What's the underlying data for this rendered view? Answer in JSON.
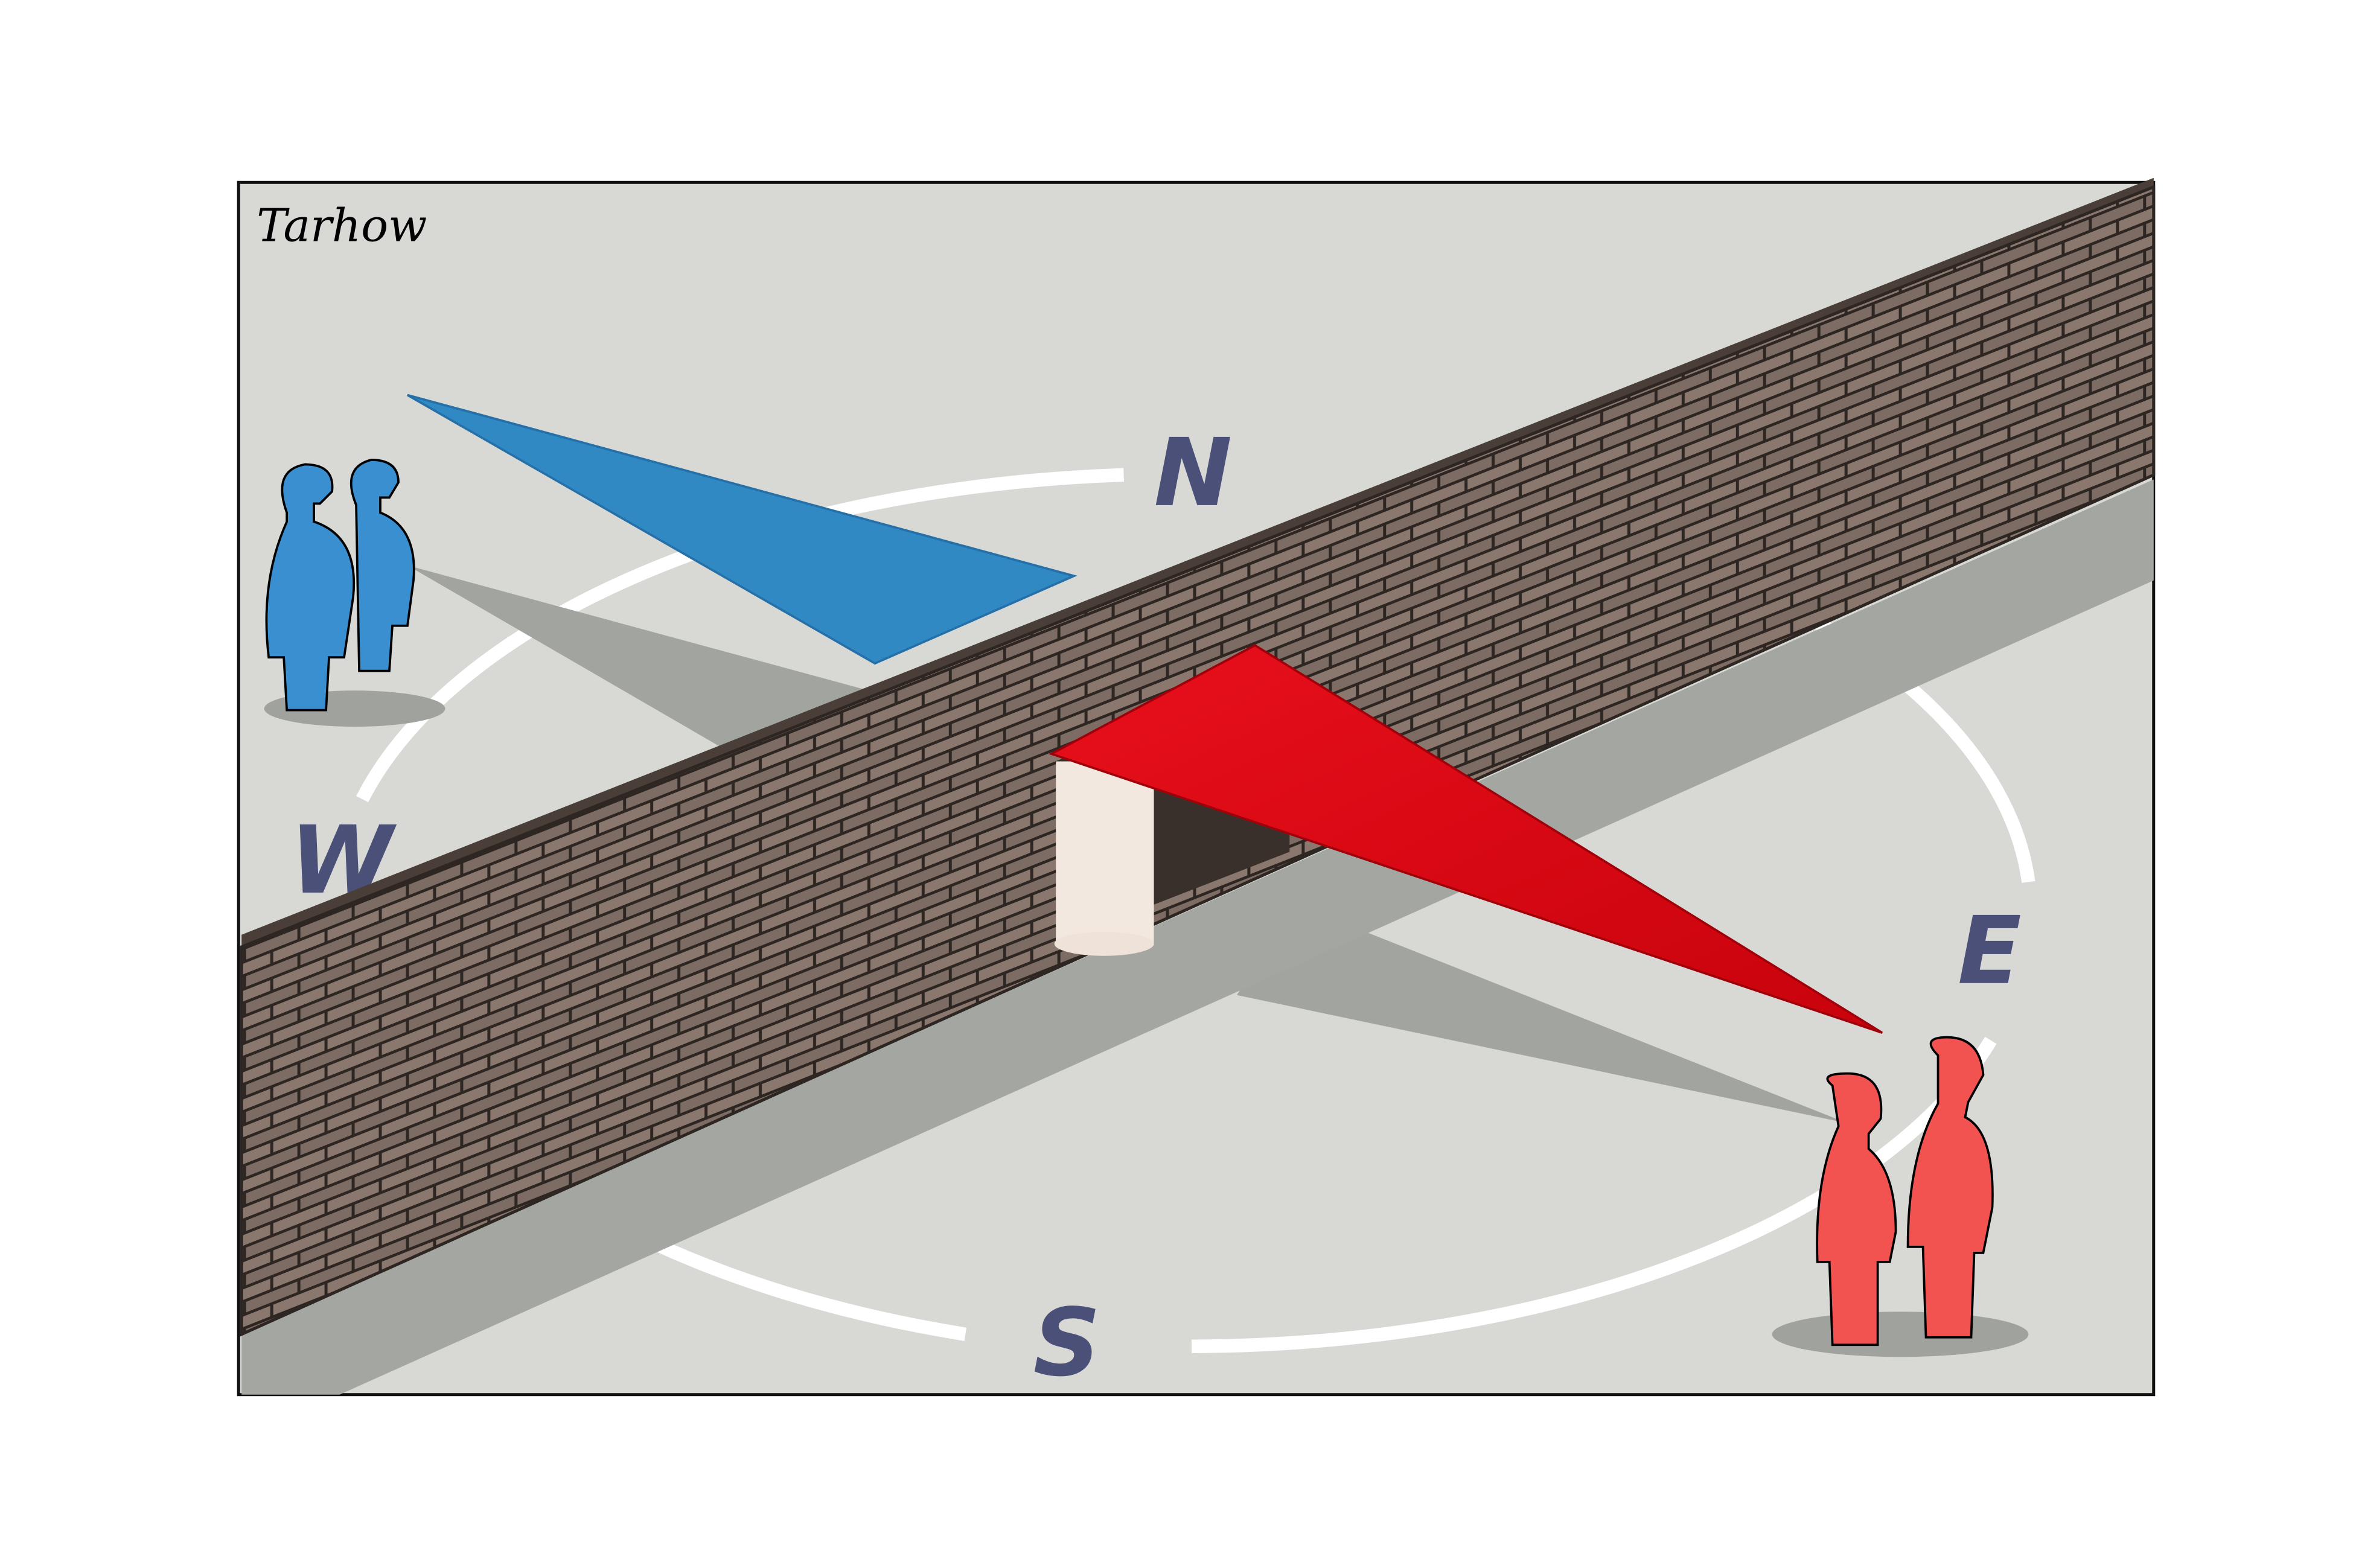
{
  "cartoon": {
    "signature": "Tarhow",
    "compass": {
      "north": "N",
      "east": "E",
      "south": "S",
      "west": "W"
    },
    "colors": {
      "background": "#d8d9d4",
      "compass_letters": "#4a5078",
      "blue_needle": "#3189c4",
      "red_needle": "#dc0612",
      "blue_people": "#3a8fd0",
      "red_people": "#f25250",
      "brick": "#7a6a62",
      "mortar": "#2e2622"
    }
  }
}
